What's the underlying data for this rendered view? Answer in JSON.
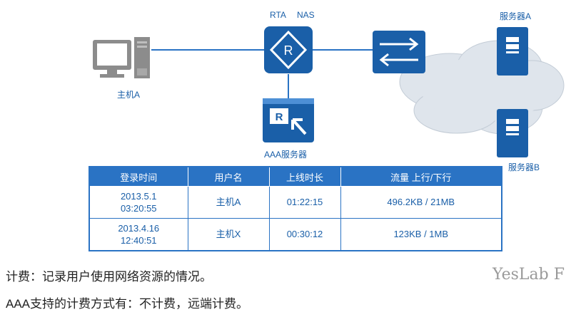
{
  "labels": {
    "host_a": "主机A",
    "rta": "RTA",
    "nas": "NAS",
    "aaa_server": "AAA服务器",
    "server_a": "服务器A",
    "server_b": "服务器B"
  },
  "table": {
    "headers": [
      "登录时间",
      "用户名",
      "上线时长",
      "流量 上行/下行"
    ],
    "rows": [
      {
        "time_date": "2013.5.1",
        "time_clock": "03:20:55",
        "user": "主机A",
        "duration": "01:22:15",
        "traffic": "496.2KB / 21MB"
      },
      {
        "time_date": "2013.4.16",
        "time_clock": "12:40:51",
        "user": "主机X",
        "duration": "00:30:12",
        "traffic": "123KB / 1MB"
      }
    ]
  },
  "notes": {
    "line1": "计费：记录用户使用网络资源的情况。",
    "line2": "AAA支持的计费方式有：不计费，远端计费。"
  },
  "watermark": "YesLab F",
  "colors": {
    "device_blue": "#1a5fa8",
    "table_blue": "#2a73c4",
    "cloud": "#dfe5ec",
    "pc_gray": "#8c8c8c"
  }
}
